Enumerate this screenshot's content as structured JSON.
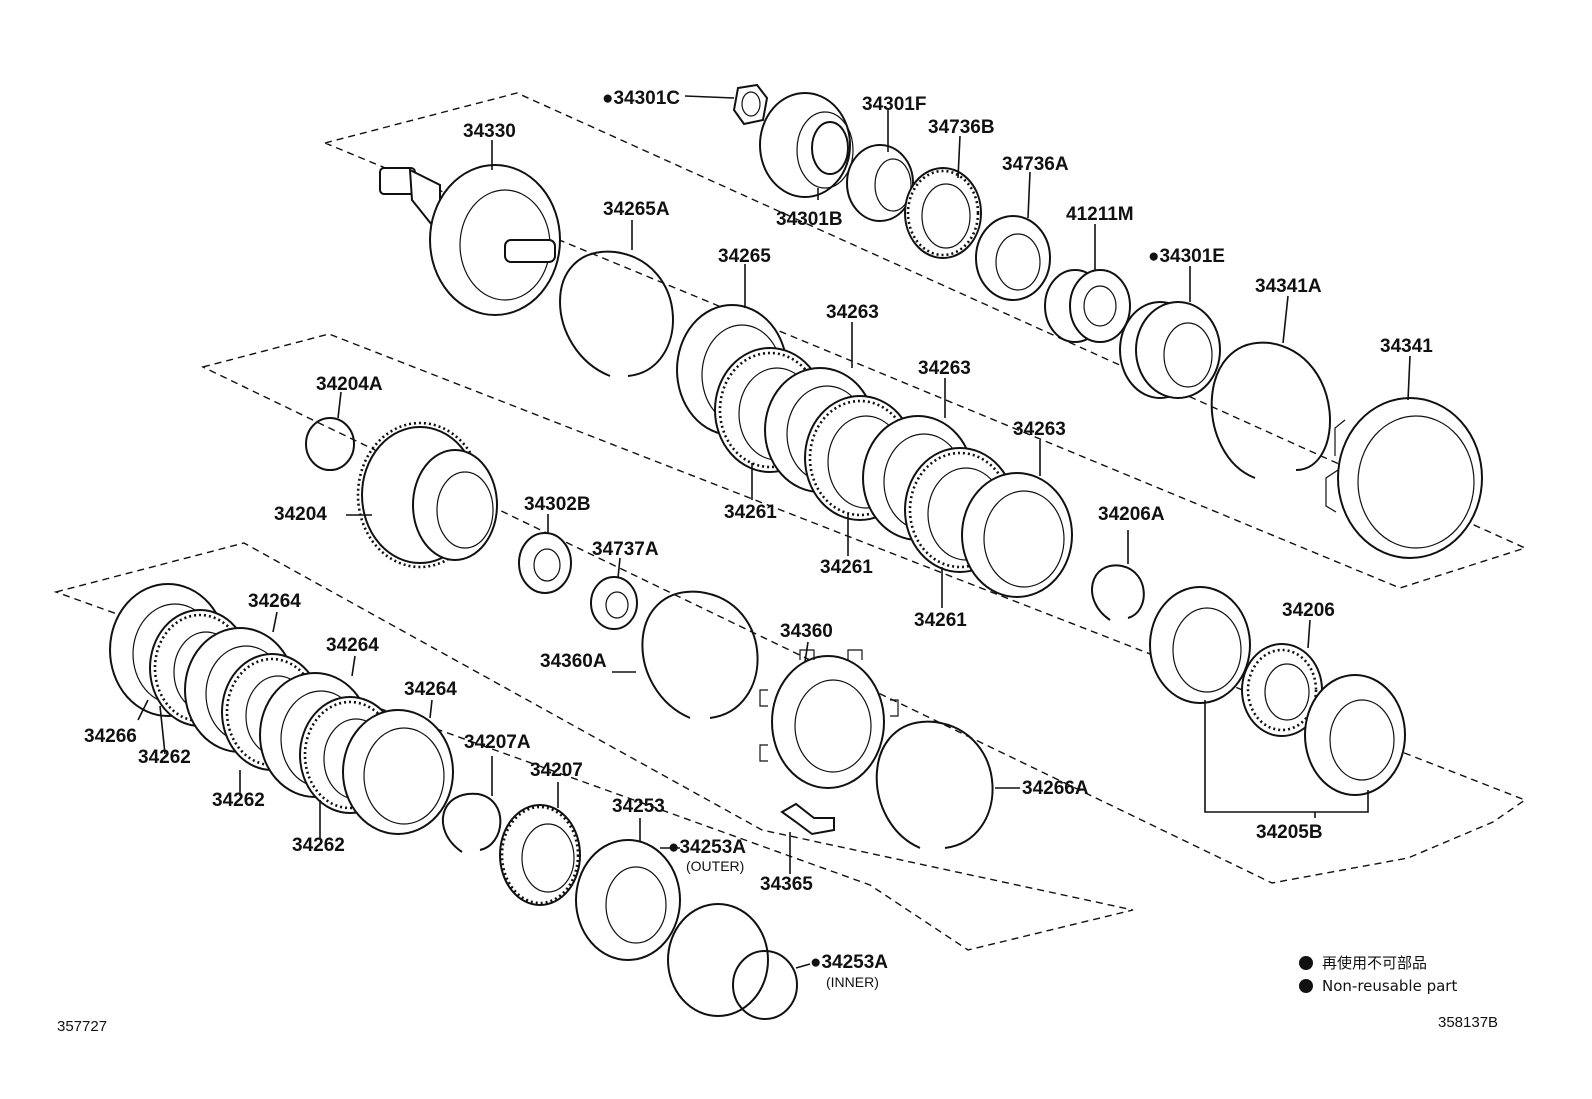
{
  "legend": {
    "jp": "再使用不可部品",
    "en": "Non-reusable part"
  },
  "refs": {
    "left": "357727",
    "right": "358137B"
  },
  "notes": {
    "outer": "(OUTER)",
    "inner": "(INNER)"
  },
  "parts": {
    "p34301C": "●34301C",
    "p34301F": "34301F",
    "p34736B": "34736B",
    "p34736A": "34736A",
    "p41211M": "41211M",
    "p34301E": "●34301E",
    "p34330": "34330",
    "p34265A": "34265A",
    "p34301B": "34301B",
    "p34265": "34265",
    "p34263a": "34263",
    "p34263b": "34263",
    "p34263c": "34263",
    "p34341A": "34341A",
    "p34341": "34341",
    "p34204A": "34204A",
    "p34204": "34204",
    "p34302B": "34302B",
    "p34737A": "34737A",
    "p34261a": "34261",
    "p34261b": "34261",
    "p34261c": "34261",
    "p34206A": "34206A",
    "p34206": "34206",
    "p34264a": "34264",
    "p34264b": "34264",
    "p34264c": "34264",
    "p34360A": "34360A",
    "p34360": "34360",
    "p34266": "34266",
    "p34262a": "34262",
    "p34262b": "34262",
    "p34262c": "34262",
    "p34207A": "34207A",
    "p34207": "34207",
    "p34253": "34253",
    "p34253A_outer": "●34253A",
    "p34253A_inner": "●34253A",
    "p34266A": "34266A",
    "p34365": "34365",
    "p34205B": "34205B"
  }
}
